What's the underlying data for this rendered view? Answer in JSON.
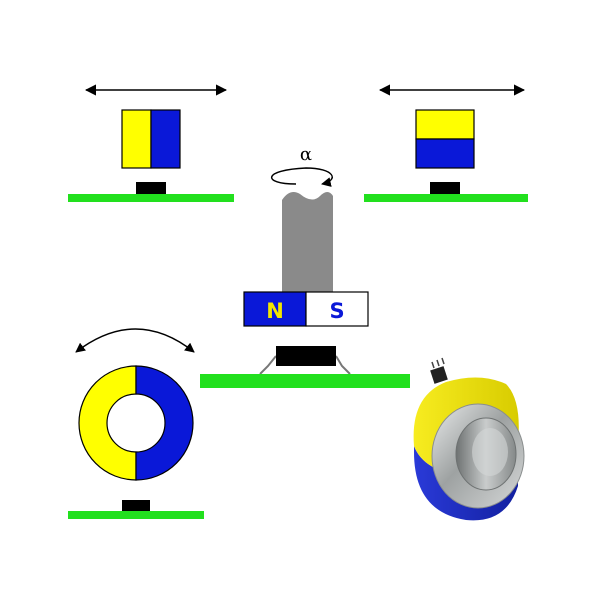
{
  "labels": {
    "alpha": "α",
    "north": "N",
    "south": "S"
  },
  "colors": {
    "background": "#ffffff",
    "pcb_green": "#22e01e",
    "magnet_yellow": "#ffff00",
    "magnet_blue": "#0a18d8",
    "sensor_black": "#000000",
    "shaft_gray": "#8a8a8a",
    "north_label": "#f2e600",
    "south_label": "#0a18d8",
    "ring_steel": "#b8bcbc",
    "ring_yellow": "#f4ea10",
    "ring_blue": "#1e2ec8"
  },
  "icons": {
    "linear_motion": "double-headed-arrow-icon",
    "rotation": "circular-arrow-icon",
    "arc_motion": "curved-double-arrow-icon"
  }
}
